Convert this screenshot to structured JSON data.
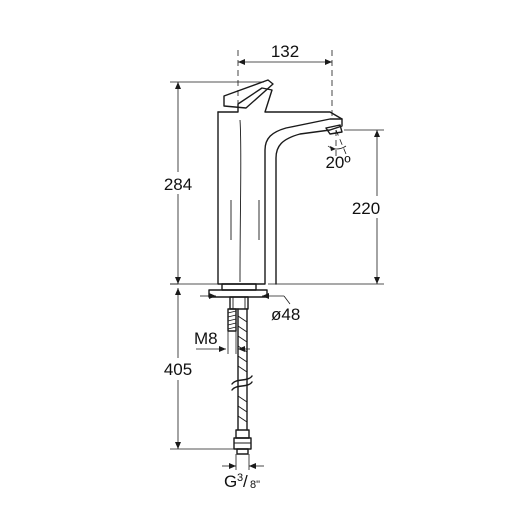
{
  "dimensions": {
    "width_top": "132",
    "total_height": "284",
    "spout_height": "220",
    "spout_angle": "20º",
    "base_diameter": "ø48",
    "thread": "M8",
    "hose_length": "405",
    "hose_connector_main": "G",
    "hose_connector_fraction_num": "3",
    "hose_connector_fraction_den": "8\""
  }
}
